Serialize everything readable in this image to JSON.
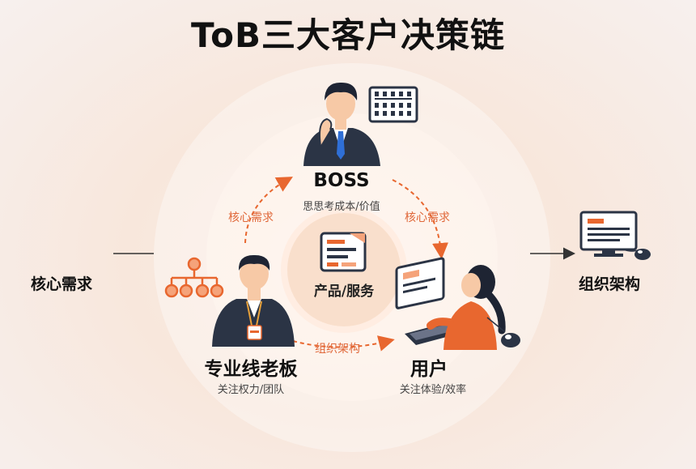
{
  "title": "ToB三大客户决策链",
  "center": {
    "label": "产品/服务"
  },
  "nodes": {
    "boss": {
      "title": "BOSS",
      "subtitle": "思思考成本/价值"
    },
    "line_manager": {
      "title": "专业线老板",
      "subtitle": "关注权力/团队"
    },
    "user": {
      "title": "用户",
      "subtitle": "关注体验/效率"
    }
  },
  "arrows": {
    "left": "核心需求",
    "right": "核心需求",
    "bottom": "组织架构"
  },
  "sides": {
    "left": "核心需求",
    "right": "组织架构"
  },
  "colors": {
    "accent": "#e8672f",
    "suit": "#2b3445",
    "skin": "#f7c9a6",
    "hair": "#1e2433"
  },
  "icons": [
    "abacus-icon",
    "org-chart-icon",
    "document-icon",
    "computer-icon",
    "mouse-icon"
  ]
}
